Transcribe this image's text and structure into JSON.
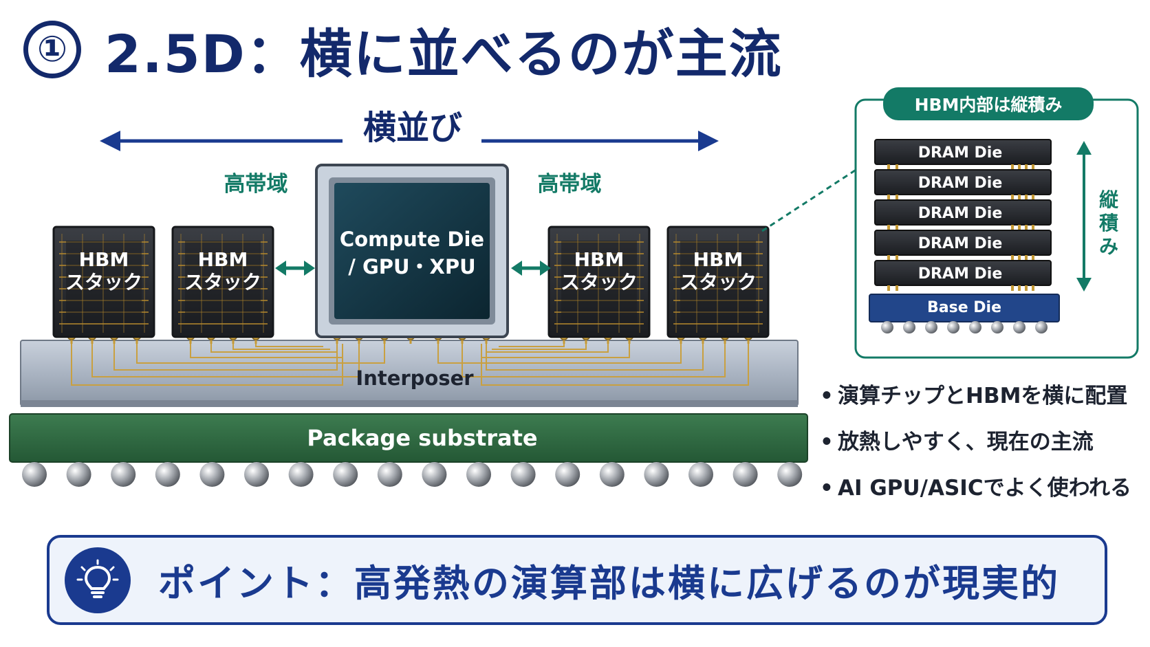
{
  "title": {
    "number": "①",
    "text": "2.5D：横に並べるのが主流"
  },
  "arrow_label": "横並び",
  "bandwidth_labels": [
    "高帯域",
    "高帯域"
  ],
  "compute_die": {
    "line1": "Compute Die",
    "line2": "/ GPU・XPU"
  },
  "hbm_stacks": [
    {
      "line1": "HBM",
      "line2": "スタック"
    },
    {
      "line1": "HBM",
      "line2": "スタック"
    },
    {
      "line1": "HBM",
      "line2": "スタック"
    },
    {
      "line1": "HBM",
      "line2": "スタック"
    }
  ],
  "interposer_label": "Interposer",
  "substrate_label": "Package substrate",
  "inset": {
    "title": "HBM内部は縦積み",
    "dram_dies": [
      "DRAM Die",
      "DRAM Die",
      "DRAM Die",
      "DRAM Die",
      "DRAM Die"
    ],
    "base_die": "Base Die",
    "vertical_label": "縦積み"
  },
  "bullets": [
    "演算チップとHBMを横に配置",
    "放熱しやすく、現在の主流",
    "AI GPU/ASICでよく使われる"
  ],
  "point": {
    "text": "ポイント：高発熱の演算部は横に広げるのが現実的",
    "icon": "lightbulb-icon"
  },
  "colors": {
    "navy": "#13296b",
    "teal": "#137a66",
    "substrate": "#2c6a3f",
    "blue": "#1a3a8f"
  }
}
